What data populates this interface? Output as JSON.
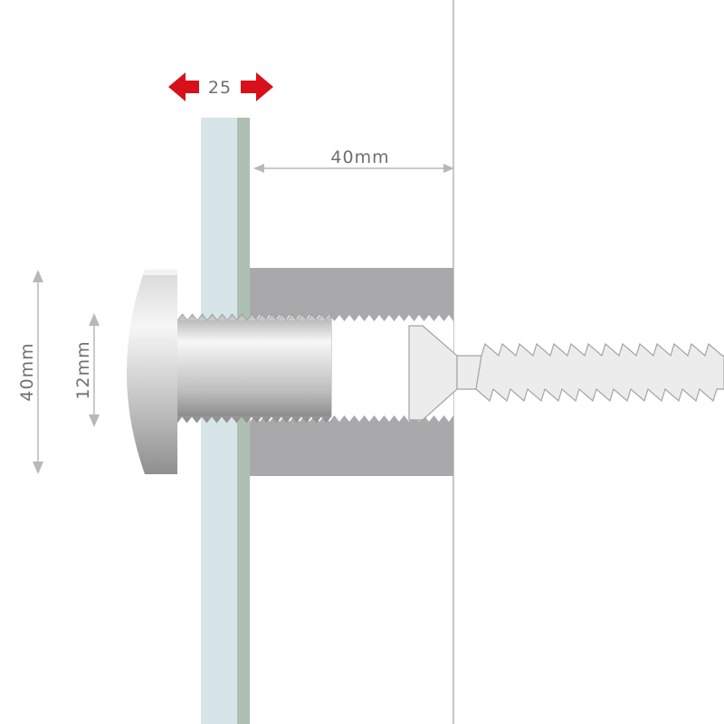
{
  "colors": {
    "background": "#ffffff",
    "wall_line": "#b5b5b5",
    "panel_glass": "#d7e5e9",
    "panel_edge": "#aebfb3",
    "spacer_body": "#a9a9ab",
    "dimension_line": "#b8b8b8",
    "dimension_text": "#6f6f6f",
    "arrow_red": "#d8101a",
    "screw": "#e8e8e8",
    "screw_outline": "#9a9a9a"
  },
  "dimensions": {
    "thickness_label": "25",
    "standoff_label": "40mm",
    "cap_diameter_label": "40mm",
    "barrel_diameter_label": "12mm"
  },
  "icons": {
    "left_arrow": "red-left-arrow-icon",
    "right_arrow": "red-right-arrow-icon"
  }
}
